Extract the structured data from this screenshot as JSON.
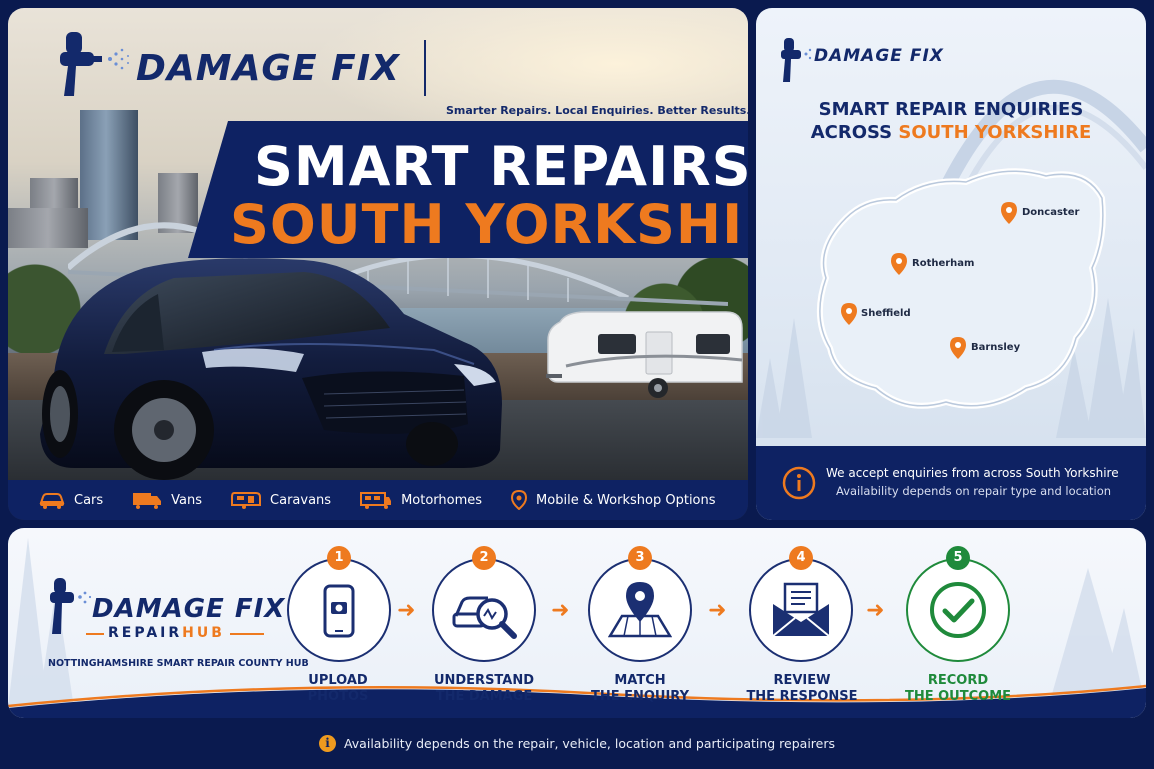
{
  "hero": {
    "brand": "DAMAGE FIX",
    "tagline": "Smarter Repairs. Local Enquiries. Better Results.",
    "headline_line1": "SMART REPAIRS",
    "headline_line2": "SOUTH YORKSHIRE",
    "vehicles": [
      {
        "label": "Cars",
        "icon": "car-icon"
      },
      {
        "label": "Vans",
        "icon": "van-icon"
      },
      {
        "label": "Caravans",
        "icon": "caravan-icon"
      },
      {
        "label": "Motorhomes",
        "icon": "motorhome-icon"
      },
      {
        "label": "Mobile & Workshop Options",
        "icon": "location-pin-icon"
      }
    ]
  },
  "map": {
    "brand": "DAMAGE FIX",
    "title_line1": "SMART REPAIR ENQUIRIES",
    "title_line2_prefix": "ACROSS ",
    "title_line2_highlight": "SOUTH YORKSHIRE",
    "towns": [
      "Doncaster",
      "Rotherham",
      "Sheffield",
      "Barnsley"
    ],
    "info_line1": "We accept enquiries from across South Yorkshire",
    "info_line2": "Availability depends on repair type and location"
  },
  "hub": {
    "brand": "DAMAGE FIX",
    "sub_brand_left": "REPAIR",
    "sub_brand_right": "HUB",
    "subtitle": "NOTTINGHAMSHIRE SMART REPAIR COUNTY HUB"
  },
  "steps": [
    {
      "number": "1",
      "line1": "UPLOAD",
      "line2": "PHOTOS",
      "icon": "phone-camera-icon"
    },
    {
      "number": "2",
      "line1": "UNDERSTAND",
      "line2": "THE DAMAGE",
      "icon": "magnifier-damage-icon"
    },
    {
      "number": "3",
      "line1": "MATCH",
      "line2": "THE ENQUIRY",
      "icon": "map-pin-icon"
    },
    {
      "number": "4",
      "line1": "REVIEW",
      "line2": "THE RESPONSE",
      "icon": "envelope-icon"
    },
    {
      "number": "5",
      "line1": "RECORD",
      "line2": "THE OUTCOME",
      "icon": "check-circle-icon"
    }
  ],
  "footer": {
    "note": "Availability depends on the repair, vehicle, location and participating repairers"
  },
  "colors": {
    "navy": "#0e2263",
    "orange": "#ee7a1f",
    "green": "#1f8a3b",
    "white": "#ffffff"
  }
}
